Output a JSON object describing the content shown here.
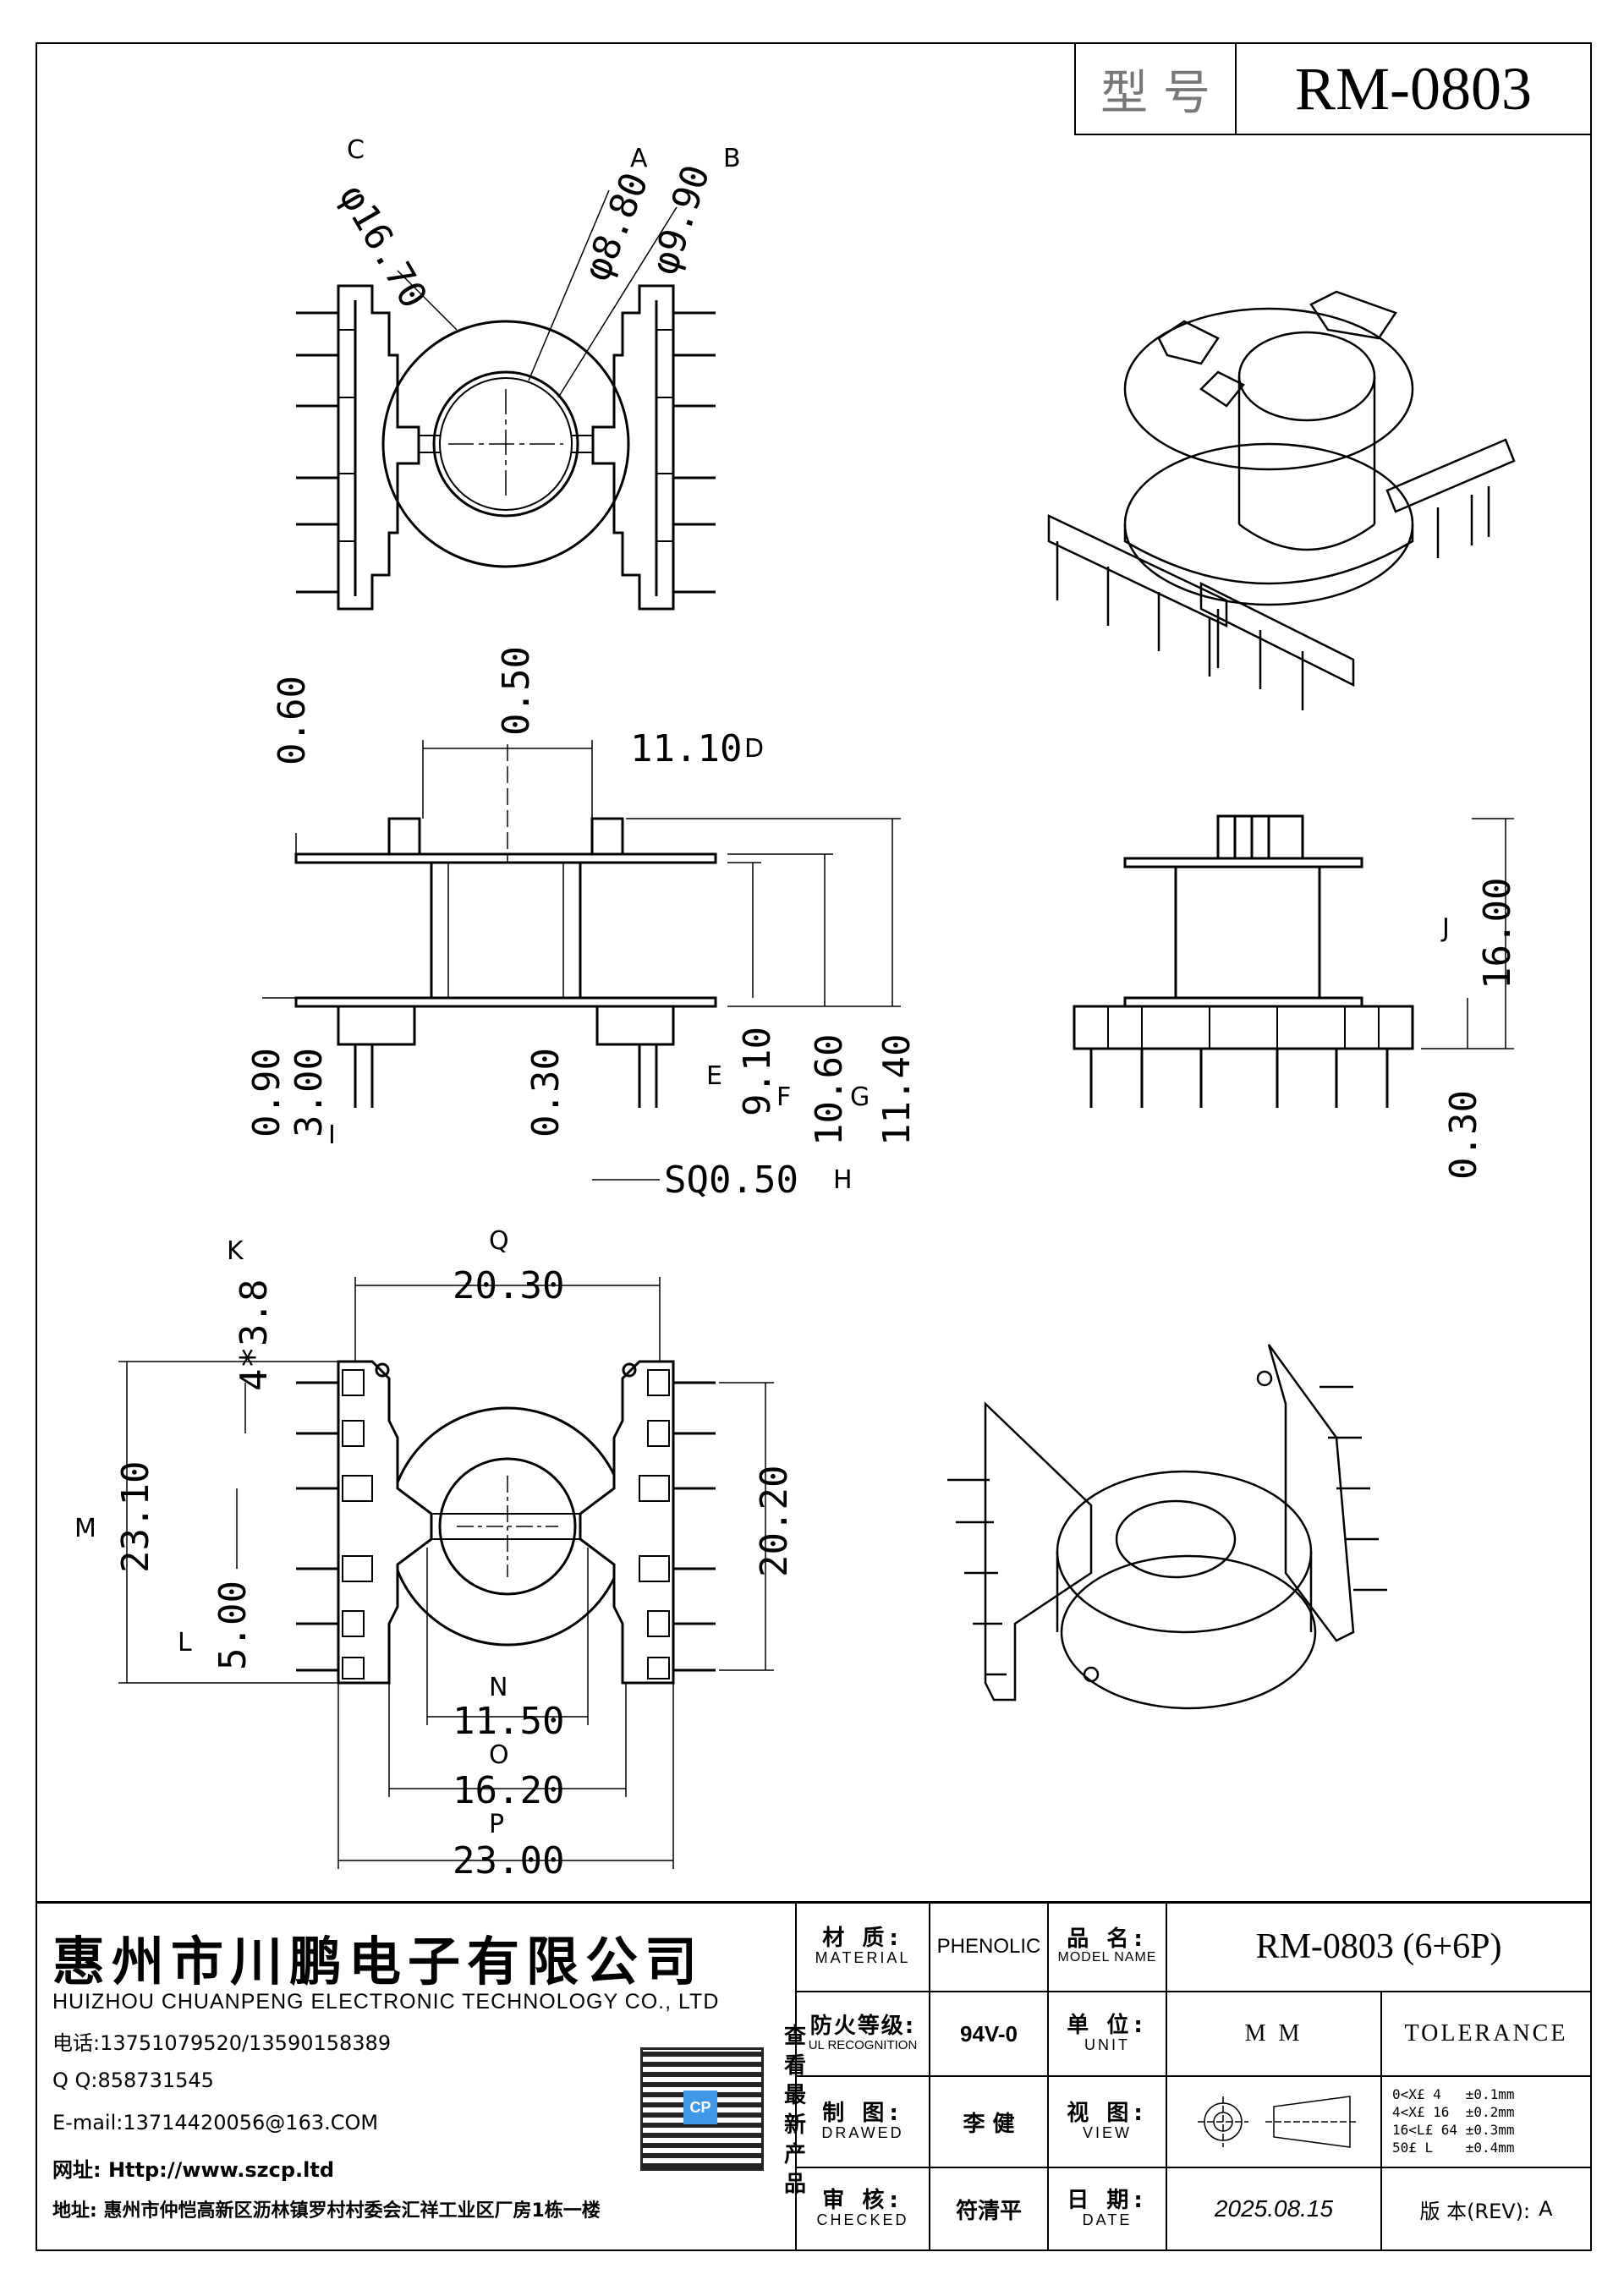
{
  "header": {
    "model_label": "型 号",
    "model_value": "RM-0803"
  },
  "dimensions": {
    "C": "C",
    "dia_c": "φ16.70",
    "A": "A",
    "dia_a": "φ8.80",
    "B": "B",
    "dia_b": "φ9.90",
    "top_050": "0.50",
    "top_060": "0.60",
    "d_1110": "11.10",
    "D": "D",
    "d_090": "0.90",
    "d_300": "3.00",
    "I": "I",
    "d_030a": "0.30",
    "E": "E",
    "d_910": "9.10",
    "F": "F",
    "d_1060": "10.60",
    "G": "G",
    "d_1140": "11.40",
    "sq": "SQ0.50",
    "H": "H",
    "J": "J",
    "d_1600": "16.00",
    "d_030b": "0.30",
    "K": "K",
    "d_438": "4*3.8",
    "Q": "Q",
    "d_2030": "20.30",
    "M": "M",
    "d_2310": "23.10",
    "L": "L",
    "d_500": "5.00",
    "d_2020": "20.20",
    "N": "N",
    "d_1150": "11.50",
    "O": "O",
    "d_1620": "16.20",
    "P": "P",
    "d_2300": "23.00"
  },
  "company": {
    "name_cn": "惠州市川鹏电子有限公司",
    "name_en": "HUIZHOU CHUANPENG ELECTRONIC TECHNOLOGY CO., LTD",
    "phone": "电话:13751079520/13590158389",
    "qq": "Q Q:858731545",
    "email": "E-mail:13714420056@163.COM",
    "web": "网址: Http://www.szcp.ltd",
    "address": "地址: 惠州市仲恺高新区沥林镇罗村村委会汇祥工业区厂房1栋一楼",
    "qr_text": "查看最新产品",
    "qr_logo": "CP"
  },
  "titleblock": {
    "material_cn": "材 质:",
    "material_en": "MATERIAL",
    "material_val": "PHENOLIC",
    "model_cn": "品 名:",
    "model_en": "MODEL NAME",
    "model_val": "RM-0803 (6+6P)",
    "ul_cn": "防火等级:",
    "ul_en": "UL RECOGNITION",
    "ul_val": "94V-0",
    "unit_cn": "单 位:",
    "unit_en": "UNIT",
    "unit_val": "M M",
    "tolerance_title": "TOLERANCE",
    "drawed_cn": "制 图:",
    "drawed_en": "DRAWED",
    "drawed_val": "李 健",
    "view_cn": "视 图:",
    "view_en": "VIEW",
    "tol1": "0<X£ 4   ±0.1mm",
    "tol2": "4<X£ 16  ±0.2mm",
    "tol3": "16<L£ 64 ±0.3mm",
    "tol4": "50£ L    ±0.4mm",
    "checked_cn": "审 核:",
    "checked_en": "CHECKED",
    "checked_val": "符清平",
    "date_cn": "日 期:",
    "date_en": "DATE",
    "date_val": "2025.08.15",
    "rev_label": "版 本(REV):",
    "rev_val": "A"
  }
}
